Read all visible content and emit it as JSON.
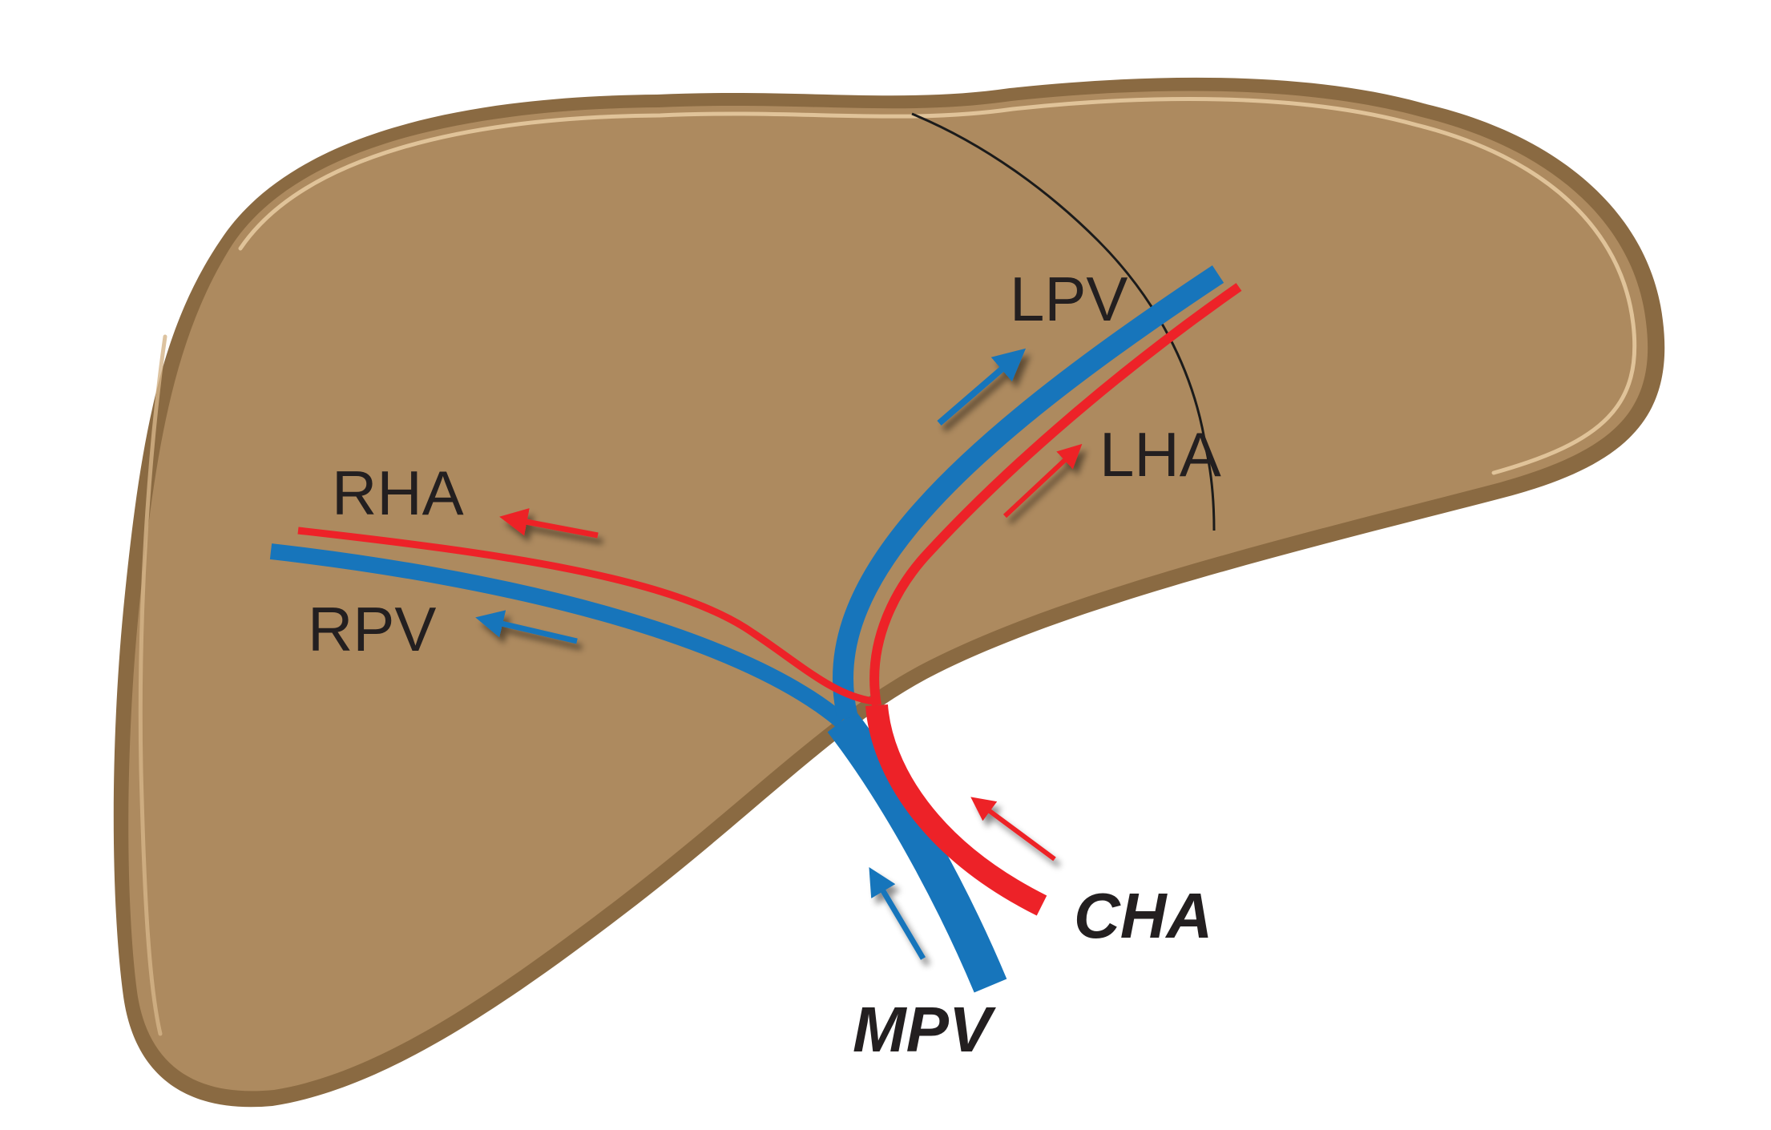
{
  "diagram": {
    "organ": "liver",
    "labels": {
      "lpv": "LPV",
      "lha": "LHA",
      "rha": "RHA",
      "rpv": "RPV",
      "cha": "CHA",
      "mpv": "MPV"
    },
    "colors": {
      "liver_fill": "#ad8a5f",
      "liver_rim": "#8a6a42",
      "liver_highlight": "#e6c9a0",
      "portal_vein": "#1775bb",
      "hepatic_artery": "#ed2228",
      "text": "#231f20",
      "divider_line": "#1b1b1b"
    },
    "vessels": [
      {
        "label_key": "mpv",
        "kind": "portal vein",
        "flow": "into liver"
      },
      {
        "label_key": "lpv",
        "kind": "portal vein",
        "flow": "toward left lobe"
      },
      {
        "label_key": "rpv",
        "kind": "portal vein",
        "flow": "toward right lobe"
      },
      {
        "label_key": "cha",
        "kind": "hepatic artery",
        "flow": "into liver"
      },
      {
        "label_key": "lha",
        "kind": "hepatic artery",
        "flow": "toward left lobe"
      },
      {
        "label_key": "rha",
        "kind": "hepatic artery",
        "flow": "toward right lobe"
      }
    ]
  }
}
